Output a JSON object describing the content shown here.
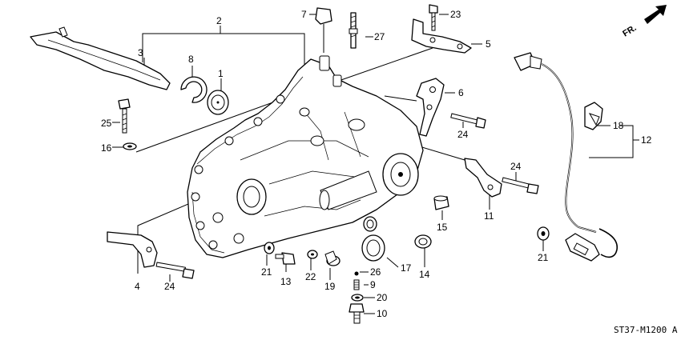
{
  "diagram_code": "ST37-M1200 A",
  "direction_label": "FR.",
  "callouts": {
    "c1": "1",
    "c2": "2",
    "c3": "3",
    "c4": "4",
    "c5": "5",
    "c6": "6",
    "c7": "7",
    "c8": "8",
    "c9": "9",
    "c10": "10",
    "c11": "11",
    "c12": "12",
    "c13": "13",
    "c14": "14",
    "c15": "15",
    "c16": "16",
    "c17": "17",
    "c18": "18",
    "c19": "19",
    "c20": "20",
    "c21a": "21",
    "c21b": "21",
    "c22": "22",
    "c23": "23",
    "c24a": "24",
    "c24b": "24",
    "c24c": "24",
    "c25": "25",
    "c26": "26",
    "c27": "27"
  }
}
